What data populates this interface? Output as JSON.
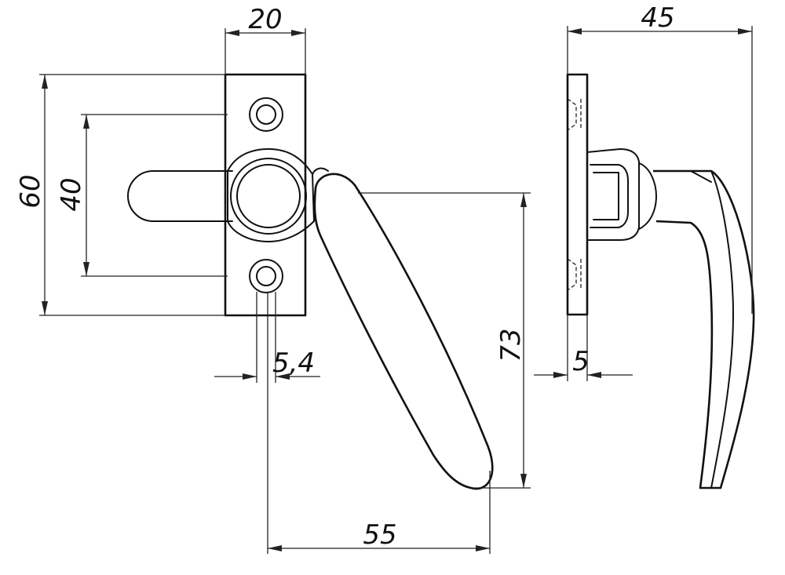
{
  "dimensions": {
    "plate_width": "20",
    "plate_height": "60",
    "hole_spacing": "40",
    "hole_diameter": "5,4",
    "handle_length": "73",
    "handle_reach": "55",
    "overall_depth": "45",
    "plate_thickness": "5"
  }
}
